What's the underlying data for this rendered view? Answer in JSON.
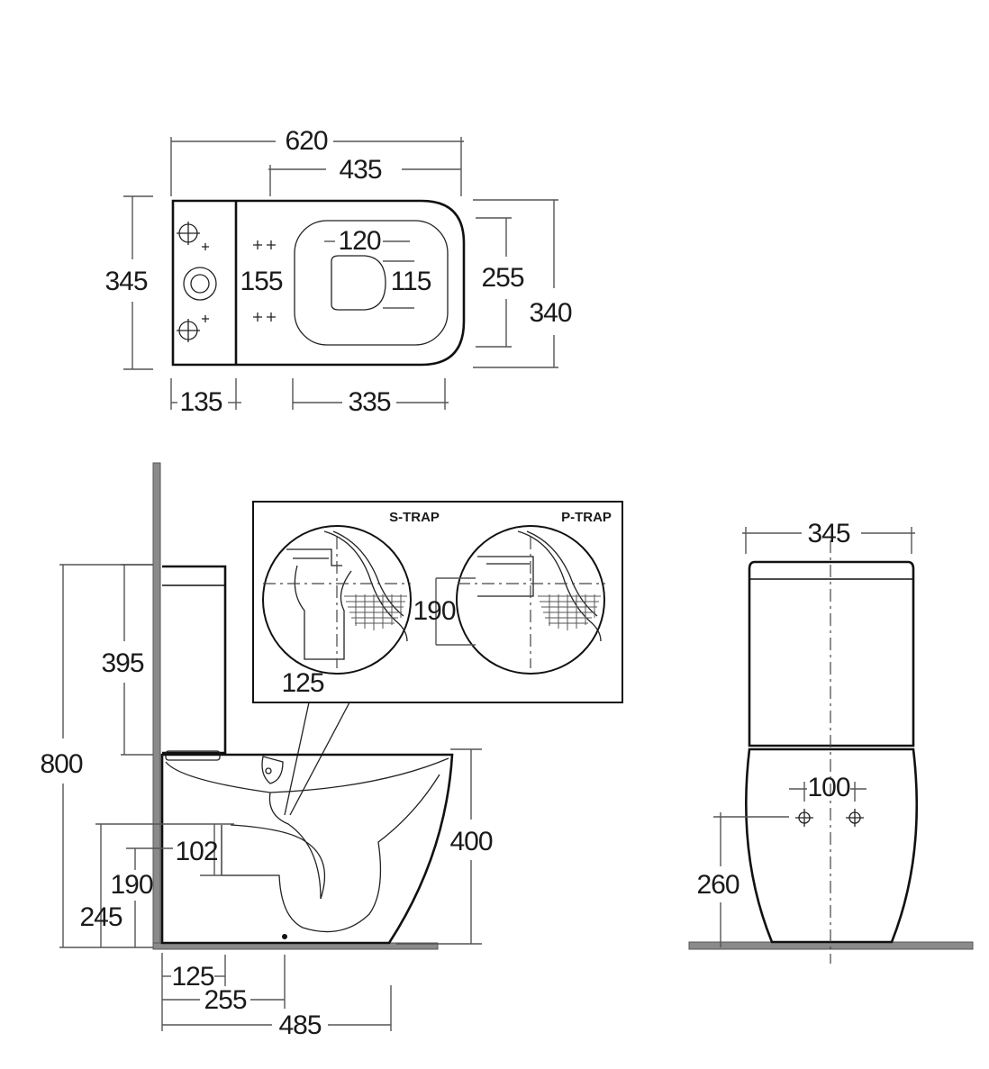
{
  "plan_view": {
    "overall_length": "620",
    "seat_length": "435",
    "cistern_width": "345",
    "fixing_spacing": "155",
    "outlet_width": "120",
    "outlet_depth": "115",
    "seat_width": "255",
    "bowl_width": "340",
    "cistern_depth": "135",
    "seat_offset": "335"
  },
  "trap_detail": {
    "s_trap_label": "S-TRAP",
    "p_trap_label": "P-TRAP",
    "s_trap_outlet": "125",
    "p_trap_outlet_height": "190"
  },
  "side_view": {
    "overall_height": "800",
    "cistern_height": "395",
    "bowl_height": "400",
    "supply_height": "102",
    "p_trap_height": "190",
    "inlet_height": "245",
    "s_trap_setout": "125",
    "outlet_setout": "255",
    "projection": "485"
  },
  "front_view": {
    "cistern_width": "345",
    "fixing_spacing": "100",
    "fixing_height": "260"
  },
  "colors": {
    "line": "#111111",
    "dimension": "#555555",
    "wall": "#8a8a8a"
  }
}
